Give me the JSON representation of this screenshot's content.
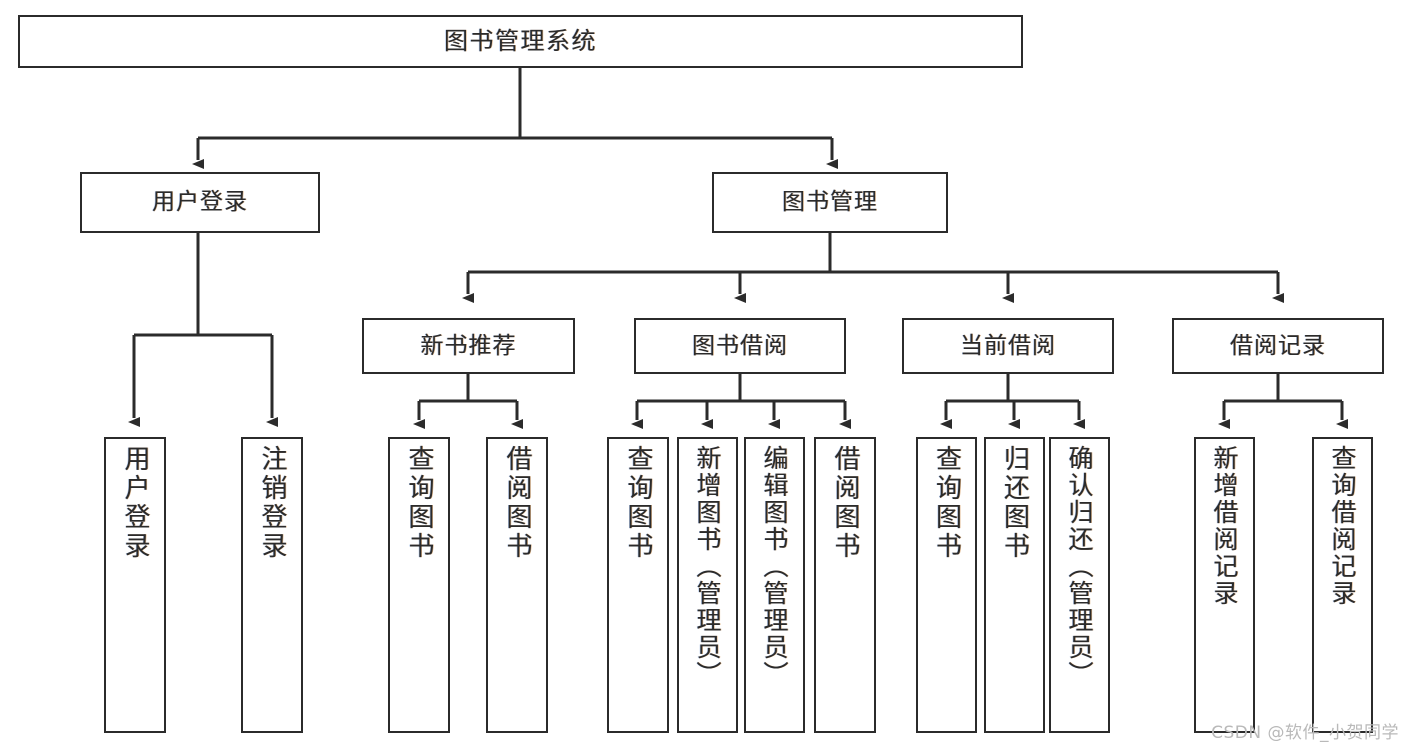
{
  "diagram": {
    "type": "tree-hierarchy",
    "title": "图书管理系统",
    "root": {
      "label": "图书管理系统"
    },
    "level2": [
      {
        "key": "user-login",
        "label": "用户登录"
      },
      {
        "key": "book-manage",
        "label": "图书管理"
      }
    ],
    "level3": [
      {
        "key": "new-book-rec",
        "label": "新书推荐"
      },
      {
        "key": "book-borrow",
        "label": "图书借阅"
      },
      {
        "key": "current-borrow",
        "label": "当前借阅"
      },
      {
        "key": "borrow-record",
        "label": "借阅记录"
      }
    ],
    "leaves": [
      {
        "key": "user-login-leaf",
        "label": "用户登录",
        "parent": "user-login"
      },
      {
        "key": "logout-leaf",
        "label": "注销登录",
        "parent": "user-login"
      },
      {
        "key": "query-book-rec",
        "label": "查询图书",
        "parent": "new-book-rec"
      },
      {
        "key": "borrow-book-rec",
        "label": "借阅图书",
        "parent": "new-book-rec"
      },
      {
        "key": "query-book-borrow",
        "label": "查询图书",
        "parent": "book-borrow"
      },
      {
        "key": "add-book-admin",
        "label": "新增图书（管理员）",
        "parent": "book-borrow"
      },
      {
        "key": "edit-book-admin",
        "label": "编辑图书（管理员）",
        "parent": "book-borrow"
      },
      {
        "key": "borrow-book",
        "label": "借阅图书",
        "parent": "book-borrow"
      },
      {
        "key": "query-book-current",
        "label": "查询图书",
        "parent": "current-borrow"
      },
      {
        "key": "return-book",
        "label": "归还图书",
        "parent": "current-borrow"
      },
      {
        "key": "confirm-return-admin",
        "label": "确认归还（管理员）",
        "parent": "current-borrow"
      },
      {
        "key": "add-borrow-record",
        "label": "新增借阅记录",
        "parent": "borrow-record"
      },
      {
        "key": "query-borrow-record",
        "label": "查询借阅记录",
        "parent": "borrow-record"
      }
    ],
    "colors": {
      "line": "#2b2b2b",
      "box_border": "#2b2b2b",
      "box_fill": "#ffffff",
      "text": "#2b2b2b",
      "background": "#ffffff",
      "watermark": "#b9b9b9"
    }
  },
  "watermark": {
    "text": "CSDN @软件_小贺同学"
  }
}
